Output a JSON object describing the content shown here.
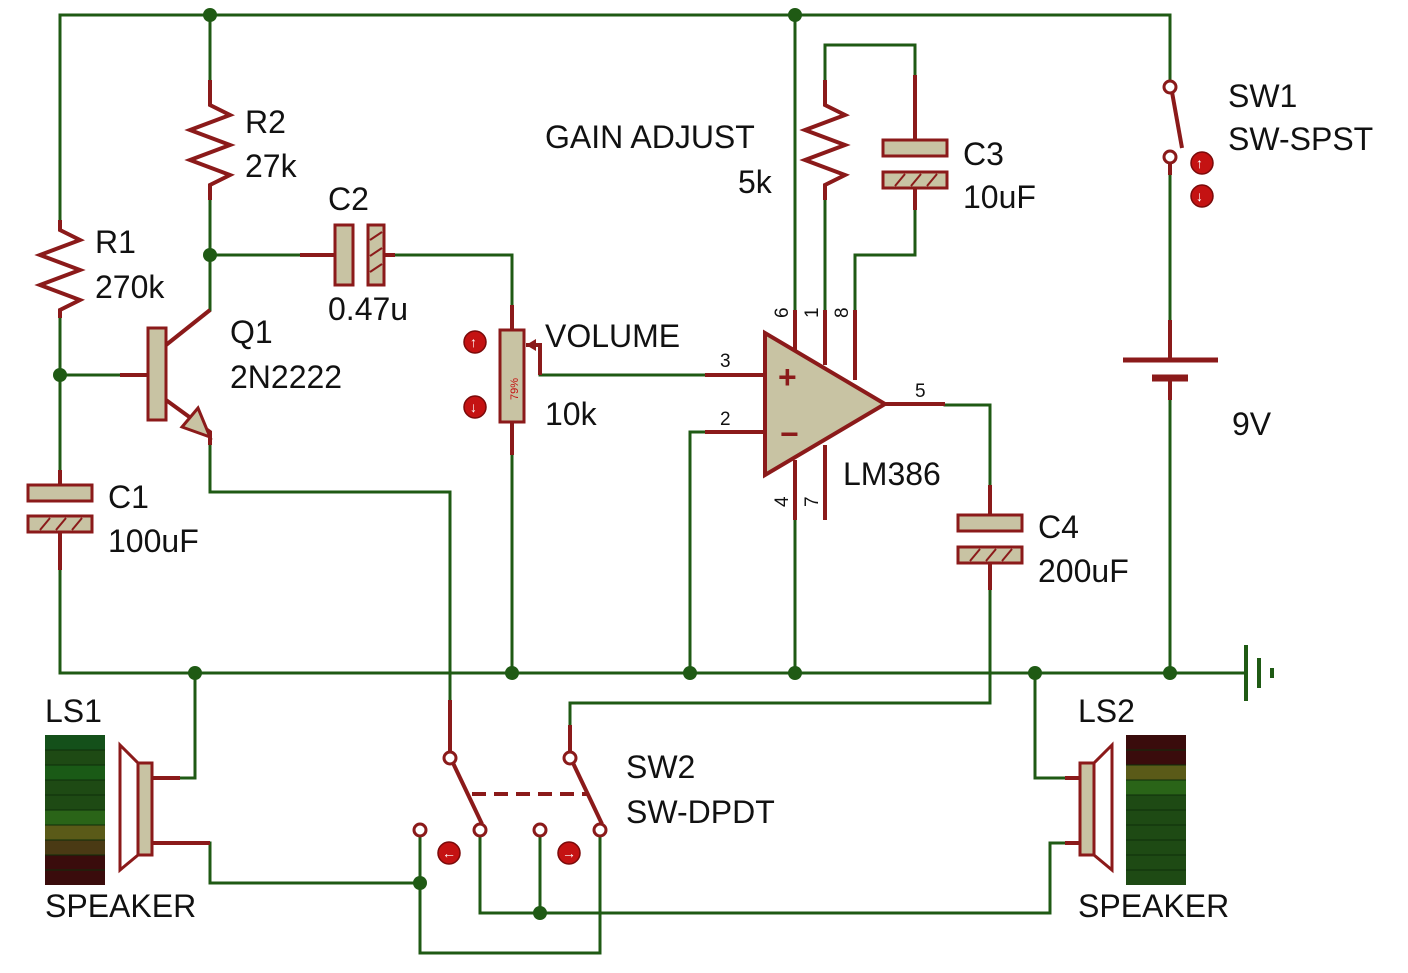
{
  "components": {
    "r1": {
      "ref": "R1",
      "value": "270k"
    },
    "r2": {
      "ref": "R2",
      "value": "27k"
    },
    "c1": {
      "ref": "C1",
      "value": "100uF"
    },
    "c2": {
      "ref": "C2",
      "value": "0.47u"
    },
    "c3": {
      "ref": "C3",
      "value": "10uF"
    },
    "c4": {
      "ref": "C4",
      "value": "200uF"
    },
    "q1": {
      "ref": "Q1",
      "value": "2N2222"
    },
    "volume": {
      "ref": "VOLUME",
      "value": "10k",
      "wiper": "79%"
    },
    "gain": {
      "ref": "GAIN ADJUST",
      "value": "5k"
    },
    "u1": {
      "ref": "LM386",
      "pins": {
        "p1": "1",
        "p2": "2",
        "p3": "3",
        "p4": "4",
        "p5": "5",
        "p6": "6",
        "p7": "7",
        "p8": "8"
      }
    },
    "sw1": {
      "ref": "SW1",
      "value": "SW-SPST"
    },
    "sw2": {
      "ref": "SW2",
      "value": "SW-DPDT"
    },
    "battery": {
      "value": "9V"
    },
    "ls1": {
      "ref": "LS1",
      "value": "SPEAKER"
    },
    "ls2": {
      "ref": "LS2",
      "value": "SPEAKER"
    }
  },
  "colors": {
    "wire": "#1f5a14",
    "component": "#8b1a1a",
    "fill": "#c8c3a3",
    "indicator": "#c41212"
  }
}
